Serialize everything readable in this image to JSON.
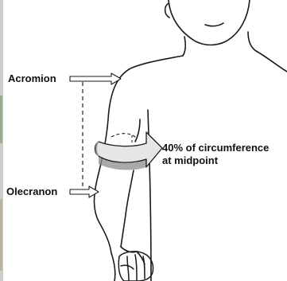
{
  "labels": {
    "acromion": "Acromion",
    "olecranon": "Olecranon",
    "circumference_line1": "40% of circumference",
    "circumference_line2": "at midpoint"
  },
  "colors": {
    "outline": "#1a1a1a",
    "arrow_fill": "#e9e9e9",
    "band_fill": "#e3e3e3",
    "band_shadow": "#8e8e8e",
    "left_edge_photo": "#8a9a86"
  },
  "icons": {
    "acromion_pointer": "hollow-arrow-right",
    "olecranon_pointer": "hollow-arrow-right",
    "measure_band": "curved-band-arrow"
  }
}
